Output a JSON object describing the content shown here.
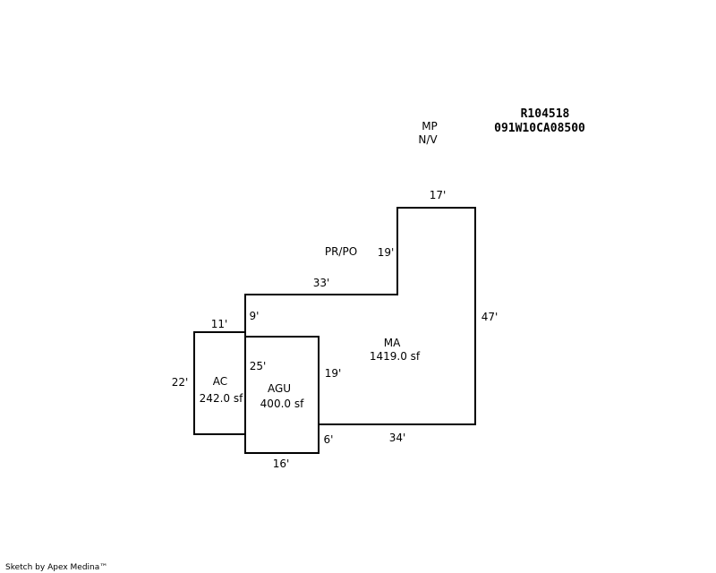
{
  "header": {
    "parcel_id": "R104518",
    "map_taxlot": "091W10CA08500"
  },
  "notes": {
    "mp": "MP",
    "nv": "N/V",
    "pr_po": "PR/PO"
  },
  "areas": {
    "ma": {
      "code": "MA",
      "area": "1419.0 sf"
    },
    "agu": {
      "code": "AGU",
      "area": "400.0 sf"
    },
    "ac": {
      "code": "AC",
      "area": "242.0 sf"
    }
  },
  "dimensions": {
    "ma_top": "17'",
    "ma_left_upper": "19'",
    "ma_right": "47'",
    "ma_step": "33'",
    "ma_left_lower": "9'",
    "ma_bottom": "34'",
    "ma_inner_vertical": "19'",
    "ma_inner_short": "6'",
    "agu_left": "25'",
    "agu_bottom": "16'",
    "ac_top": "11'",
    "ac_left": "22'"
  },
  "footer": {
    "credit": "Sketch by Apex Medina™"
  }
}
